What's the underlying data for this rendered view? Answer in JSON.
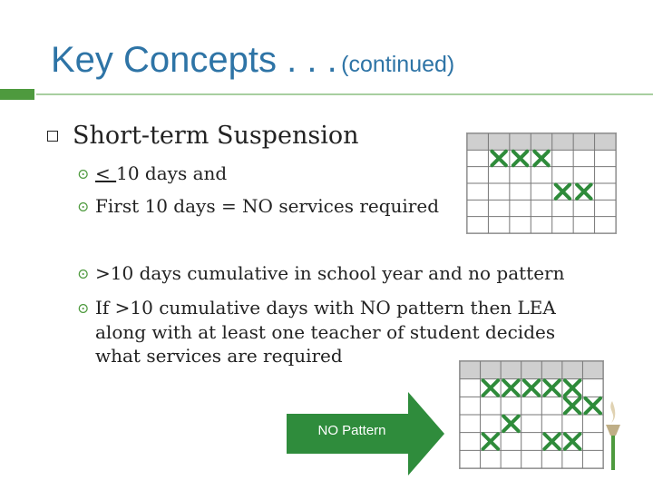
{
  "title": {
    "main": "Key Concepts . . .",
    "continued": "(continued)"
  },
  "level1": {
    "text": "Short-term Suspension"
  },
  "bullets": [
    {
      "prefix": "< ",
      "text": "10 days and"
    },
    {
      "text": "First 10 days = NO services required"
    },
    {
      "text": ">10 days cumulative in school year and no pattern"
    },
    {
      "line1": "If >10 cumulative days with NO pattern then LEA",
      "line2": "along with at least one teacher of student decides",
      "line3": "what services are required"
    }
  ],
  "arrow": {
    "label": "NO Pattern"
  },
  "calendars": [
    {
      "marks": [
        [
          1,
          1
        ],
        [
          1,
          2
        ],
        [
          1,
          3
        ],
        [
          3,
          4
        ],
        [
          3,
          5
        ]
      ]
    },
    {
      "marks": [
        [
          1,
          1
        ],
        [
          1,
          2
        ],
        [
          1,
          3
        ],
        [
          1,
          4
        ],
        [
          1,
          5
        ],
        [
          2,
          5
        ],
        [
          2,
          6
        ],
        [
          3,
          2
        ],
        [
          4,
          1
        ],
        [
          4,
          4
        ],
        [
          4,
          5
        ]
      ]
    }
  ],
  "colors": {
    "title": "#2e74a6",
    "accent": "#4e9a3e",
    "arrow": "#2f8c3c",
    "mark": "#2e8b3a"
  }
}
